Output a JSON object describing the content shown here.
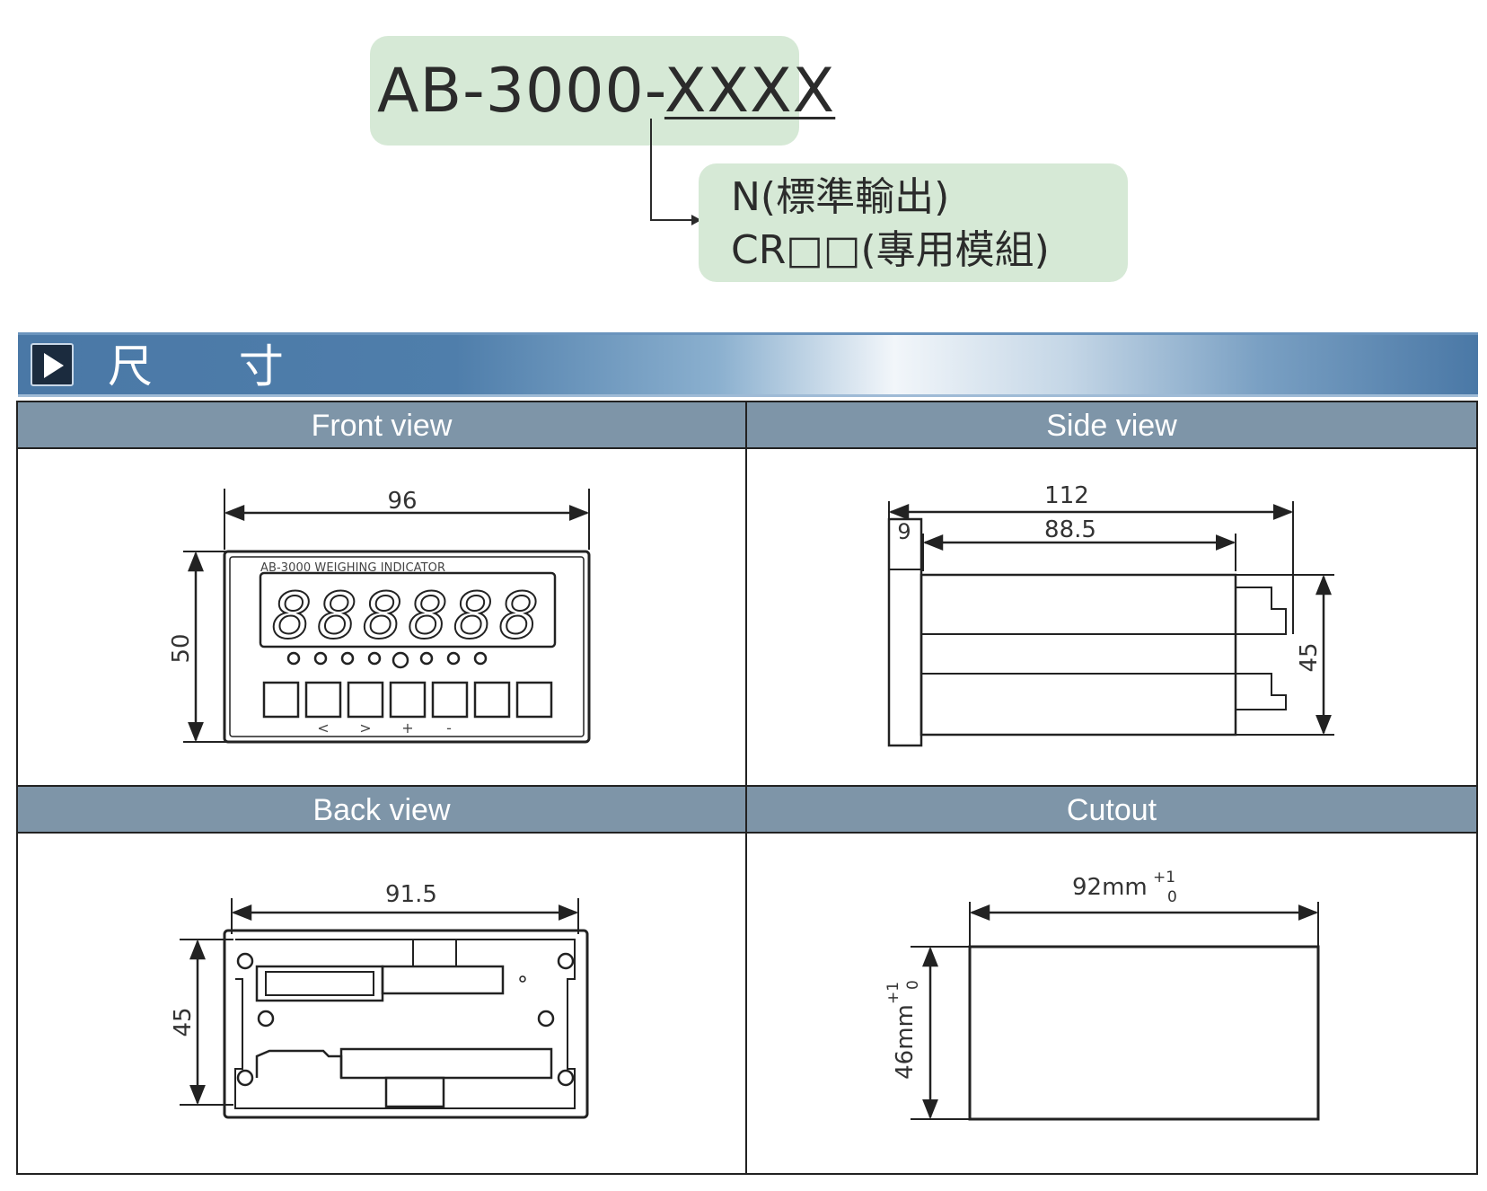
{
  "part_code": {
    "prefix": "AB-3000-",
    "suffix": "XXXX",
    "options": [
      "N(標準輸出)",
      "CR□□(專用模組)"
    ]
  },
  "section": {
    "icon": "play-icon",
    "title": "尺 寸"
  },
  "views": {
    "front": {
      "label": "Front view",
      "width": "96",
      "height": "50",
      "brand": "AB-3000 WEIGHING INDICATOR",
      "digits": "888888",
      "key_labels": [
        "<",
        ">",
        "+",
        "-"
      ]
    },
    "side": {
      "label": "Side view",
      "total": "112",
      "body": "88.5",
      "front": "9",
      "height": "45"
    },
    "back": {
      "label": "Back view",
      "width": "91.5",
      "height": "45"
    },
    "cutout": {
      "label": "Cutout",
      "width": "92mm",
      "height": "46mm",
      "tol_plus": "+1",
      "tol_zero": "0"
    }
  }
}
